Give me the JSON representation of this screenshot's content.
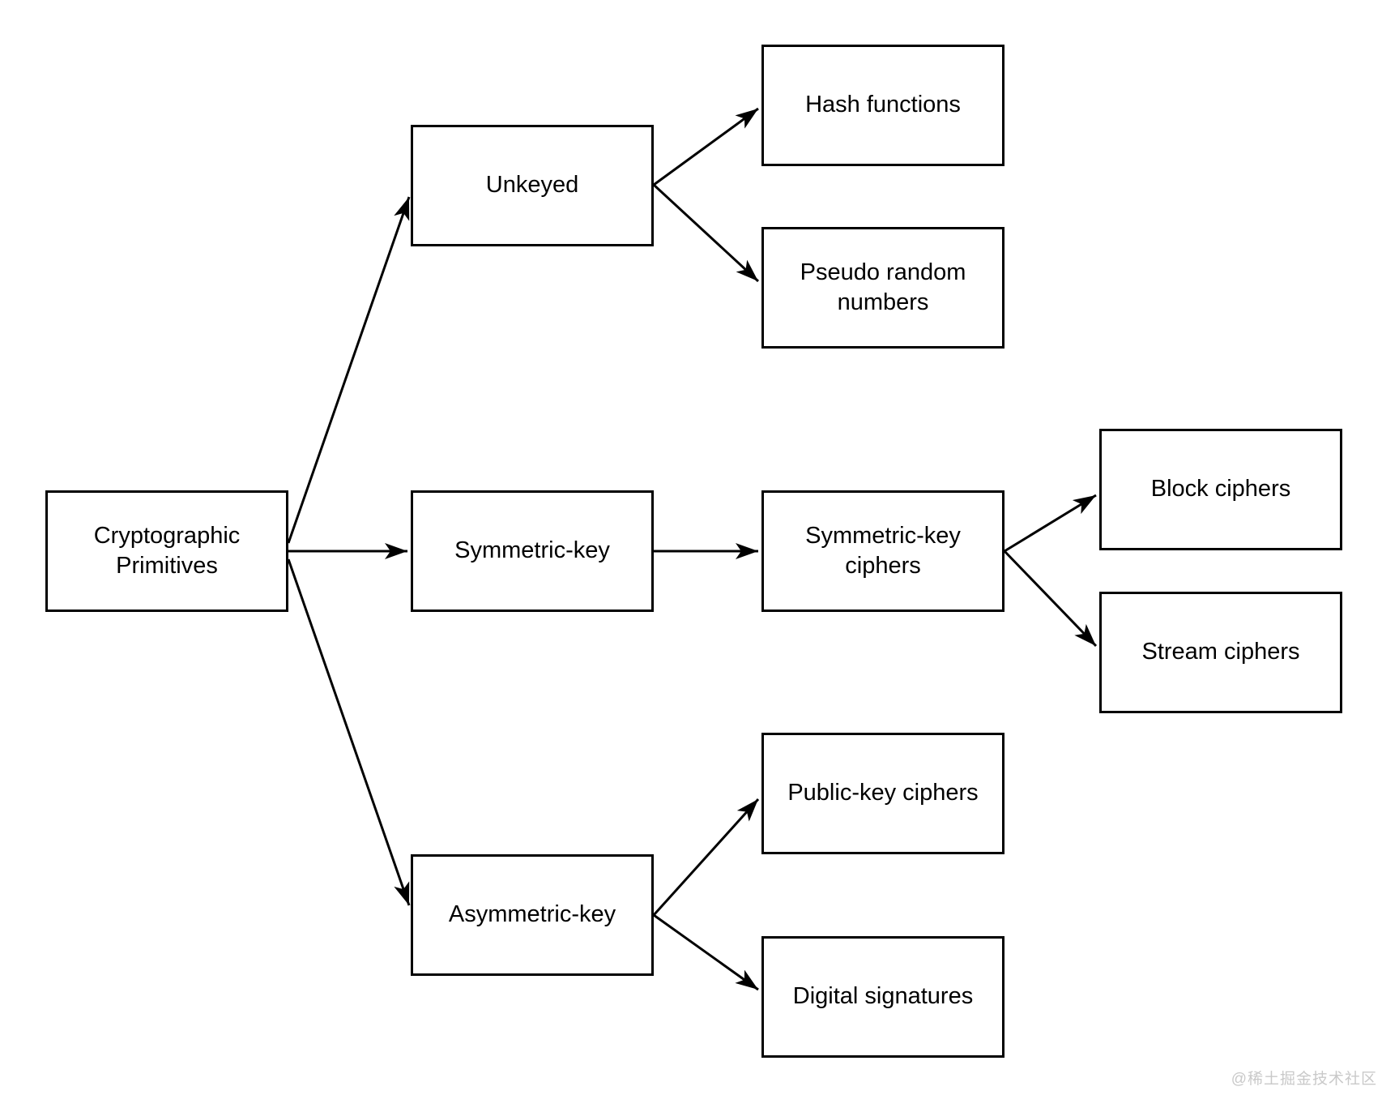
{
  "diagram": {
    "title": "Cryptographic primitives taxonomy flowchart",
    "background_color": "#ffffff",
    "stroke_color": "#000000",
    "text_color": "#000000",
    "nodes": [
      {
        "id": "cryptographic-primitives",
        "label": "Cryptographic Primitives"
      },
      {
        "id": "unkeyed",
        "label": "Unkeyed"
      },
      {
        "id": "hash-functions",
        "label": "Hash functions"
      },
      {
        "id": "pseudo-random-numbers",
        "label": "Pseudo random numbers"
      },
      {
        "id": "symmetric-key",
        "label": "Symmetric-key"
      },
      {
        "id": "symmetric-key-ciphers",
        "label": "Symmetric-key ciphers"
      },
      {
        "id": "block-ciphers",
        "label": "Block ciphers"
      },
      {
        "id": "stream-ciphers",
        "label": "Stream ciphers"
      },
      {
        "id": "asymmetric-key",
        "label": "Asymmetric-key"
      },
      {
        "id": "public-key-ciphers",
        "label": "Public-key ciphers"
      },
      {
        "id": "digital-signatures",
        "label": "Digital signatures"
      }
    ],
    "edges": [
      {
        "from": "Cryptographic Primitives",
        "to": "Unkeyed"
      },
      {
        "from": "Cryptographic Primitives",
        "to": "Symmetric-key"
      },
      {
        "from": "Cryptographic Primitives",
        "to": "Asymmetric-key"
      },
      {
        "from": "Unkeyed",
        "to": "Hash functions"
      },
      {
        "from": "Unkeyed",
        "to": "Pseudo random numbers"
      },
      {
        "from": "Symmetric-key",
        "to": "Symmetric-key ciphers"
      },
      {
        "from": "Symmetric-key ciphers",
        "to": "Block ciphers"
      },
      {
        "from": "Symmetric-key ciphers",
        "to": "Stream ciphers"
      },
      {
        "from": "Asymmetric-key",
        "to": "Public-key ciphers"
      },
      {
        "from": "Asymmetric-key",
        "to": "Digital signatures"
      }
    ]
  },
  "watermark": {
    "text": "@稀土掘金技术社区",
    "color": "#c9c9c9"
  }
}
